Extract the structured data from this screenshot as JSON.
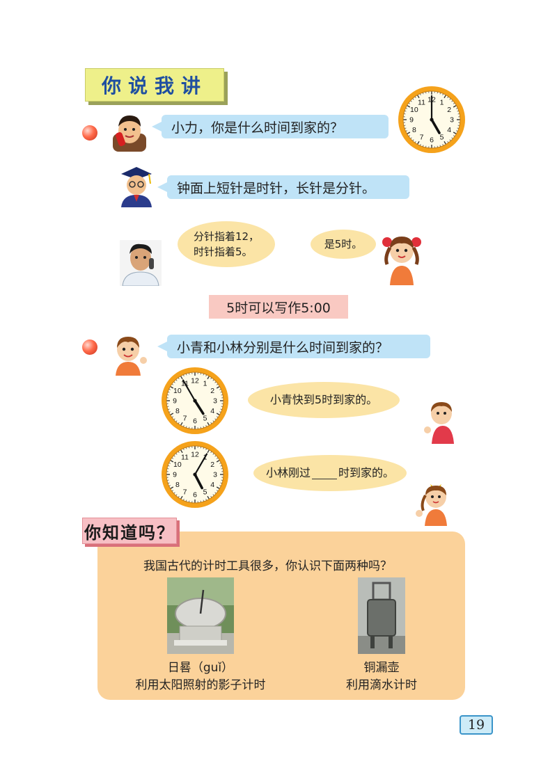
{
  "section_title": "你说我讲",
  "q1": "小力，你是什么时间到家的？",
  "explain": "钟面上短针是时针，长针是分针。",
  "boy_bubble_line1": "分针指着12，",
  "boy_bubble_line2": "时针指着5。",
  "girl_bubble": "是5时。",
  "note_box": "5时可以写作5:00",
  "q2": "小青和小林分别是什么时间到家的？",
  "xq_bubble": "小青快到5时到家的。",
  "xl_bubble_before": "小林刚过",
  "xl_bubble_after": "时到家的。",
  "clock_numbers": [
    "12",
    "1",
    "2",
    "3",
    "4",
    "5",
    "6",
    "7",
    "8",
    "9",
    "10",
    "11"
  ],
  "clocks": [
    {
      "name": "clock-five-oclock",
      "hour": 5,
      "minute": 0
    },
    {
      "name": "clock-xiaoqing",
      "hour": 4,
      "minute": 55
    },
    {
      "name": "clock-xiaolin",
      "hour": 5,
      "minute": 5
    }
  ],
  "tip": {
    "title": "你知道吗？",
    "intro": "我国古代的计时工具很多，你认识下面两种吗？",
    "item1_name": "日晷（guǐ）",
    "item1_desc": "利用太阳照射的影子计时",
    "item2_name": "铜漏壶",
    "item2_desc": "利用滴水计时"
  },
  "page_number": "19",
  "colors": {
    "clock_rim": "#f5a21b",
    "clock_face": "#fffbe8",
    "bubble_blue": "#bfe3f7",
    "bubble_yellow": "#fbe4a6",
    "tip_panel": "#fbd29a"
  }
}
